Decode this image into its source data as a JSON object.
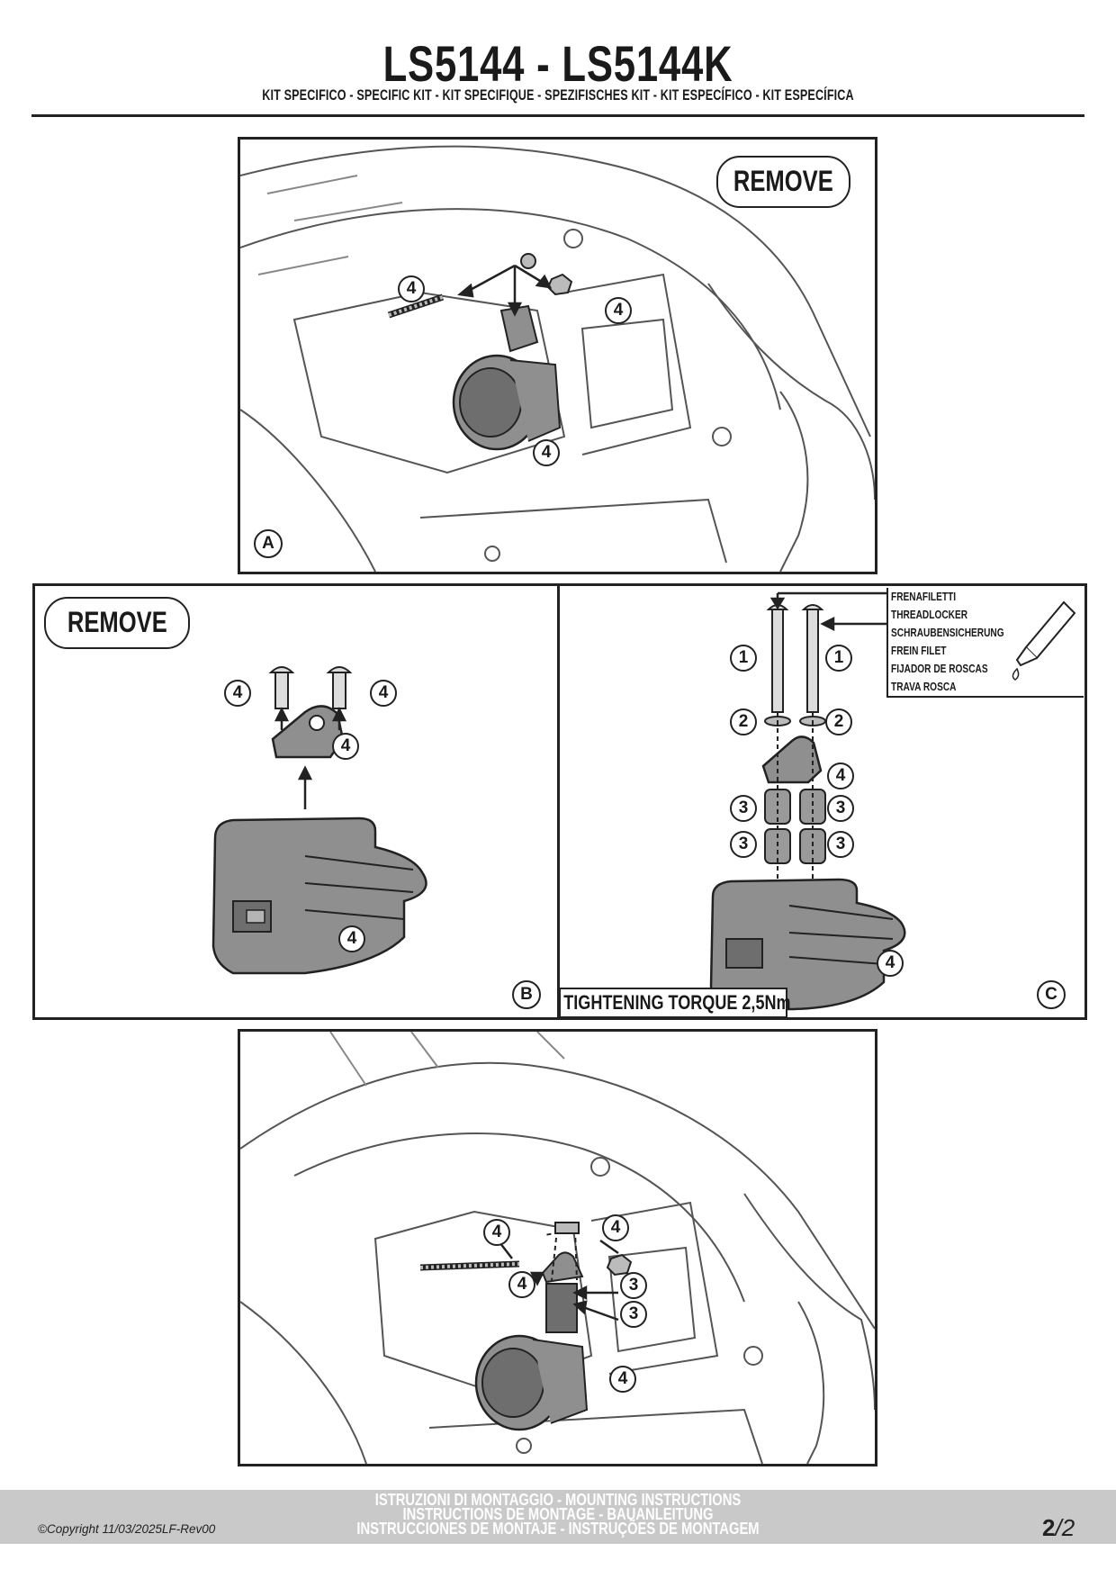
{
  "header": {
    "title": "LS5144 - LS5144K",
    "subtitle": "KIT SPECIFICO - SPECIFIC KIT - KIT SPECIFIQUE - SPEZIFISCHES KIT - KIT ESPECÍFICO - KIT ESPECÍFICA"
  },
  "panel_a": {
    "letter": "A",
    "badge": "REMOVE",
    "callouts": [
      "4",
      "4",
      "4"
    ]
  },
  "panel_b": {
    "letter": "B",
    "badge": "REMOVE",
    "callouts": [
      "4",
      "4",
      "4",
      "4"
    ]
  },
  "panel_c": {
    "letter": "C",
    "callouts": [
      "1",
      "1",
      "2",
      "2",
      "4",
      "3",
      "3",
      "3",
      "3",
      "4"
    ],
    "threadlocker": [
      "FRENAFILETTI",
      "THREADLOCKER",
      "SCHRAUBENSICHERUNG",
      "FREIN FILET",
      "FIJADOR DE ROSCAS",
      "TRAVA ROSCA"
    ],
    "torque": "TIGHTENING TORQUE 2,5Nm"
  },
  "panel_d": {
    "callouts": [
      "4",
      "4",
      "4",
      "3",
      "3",
      "4"
    ]
  },
  "footer": {
    "line1": "ISTRUZIONI DI MONTAGGIO  -  MOUNTING INSTRUCTIONS",
    "line2": "INSTRUCTIONS DE MONTAGE - BAUANLEITUNG",
    "line3": "INSTRUCCIONES DE MONTAJE - INSTRUÇÕES DE MONTAGEM",
    "copyright": "©Copyright 11/03/2025LF-Rev00",
    "page_current": "2",
    "page_total": "2"
  },
  "colors": {
    "line": "#222222",
    "part_fill": "#8f8f8f",
    "footer_bar": "#c9c9c9"
  }
}
